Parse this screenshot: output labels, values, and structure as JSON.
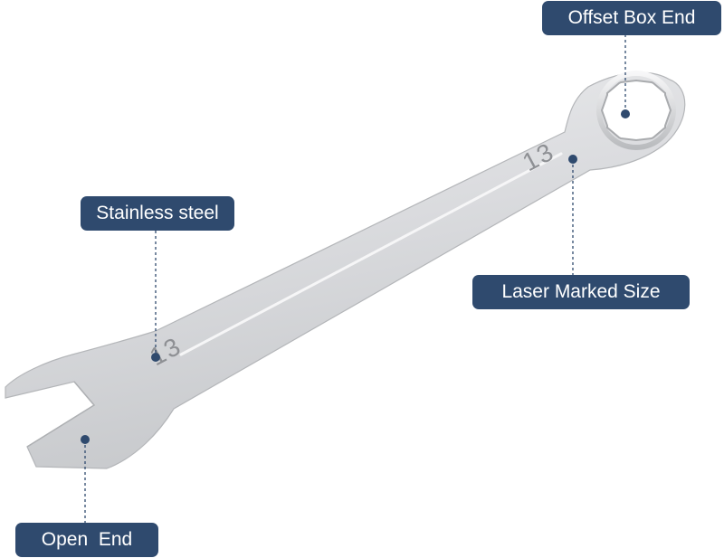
{
  "callouts": {
    "offset_box_end": "Offset Box End",
    "stainless_steel": "Stainless steel",
    "laser_marked_size": "Laser Marked Size",
    "open_end": "Open  End"
  },
  "wrench": {
    "size_marking_open_end": "13",
    "size_marking_box_end": "13"
  },
  "colors": {
    "callout_background": "#2f4a6e",
    "callout_text": "#ffffff",
    "pointer_dot": "#2f4a6e",
    "steel": "#d9dadc"
  }
}
